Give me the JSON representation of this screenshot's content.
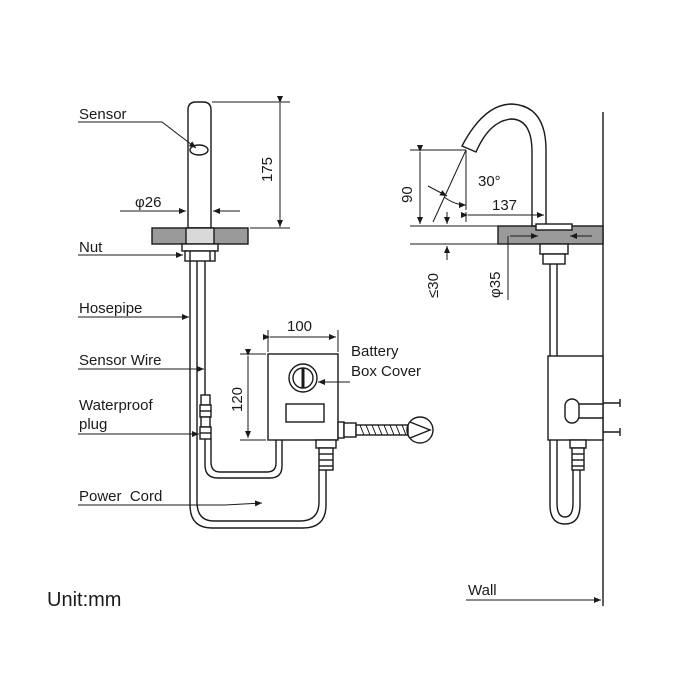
{
  "callouts": {
    "sensor": "Sensor",
    "nut": "Nut",
    "hosepipe": "Hosepipe",
    "sensor_wire": "Sensor Wire",
    "waterproof_line1": "Waterproof",
    "waterproof_line2": "plug",
    "power_cord": "Power  Cord",
    "battery_line1": "Battery",
    "battery_line2": "Box Cover",
    "wall": "Wall"
  },
  "dimensions": {
    "height_175": "175",
    "diameter_26": "φ26",
    "width_100": "100",
    "height_120": "120",
    "height_90": "90",
    "angle_30": "30°",
    "reach_137": "137",
    "thickness_30": "≤30",
    "diameter_35": "φ35"
  },
  "unit_note": "Unit:mm",
  "colors": {
    "line": "#1a1a1a",
    "counter": "#9a9a9a"
  }
}
